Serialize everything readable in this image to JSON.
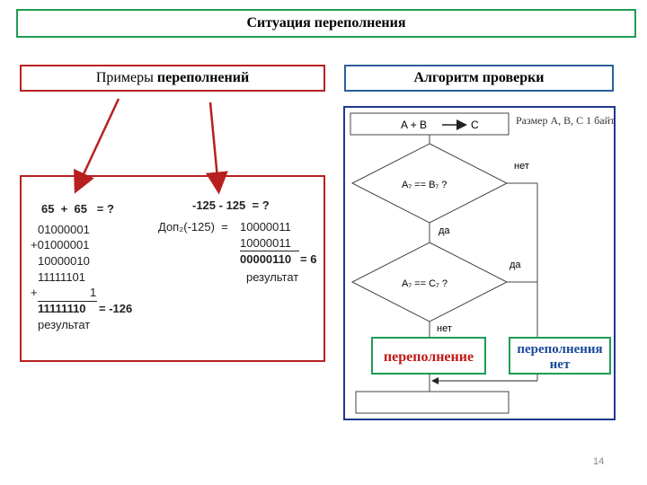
{
  "title": "Ситуация переполнения",
  "examples": {
    "header_prefix": "Примеры ",
    "header_bold": "переполнений",
    "example1": {
      "expr": "65  +  65   = ?",
      "line1": "01000001",
      "line2": "+01000001",
      "line3": "10000010",
      "line4": "11111101",
      "line5_plus": "+",
      "line5_one": "1",
      "result_value": "11111110",
      "result_decimal": "= -126",
      "result_label": "результат"
    },
    "example2": {
      "expr": "-125 - 125  = ?",
      "dop_label": "Доп₂(-125)  =",
      "line1": "10000011",
      "line2": "10000011",
      "result_value": "00000110",
      "result_decimal": "= 6",
      "result_label": "результат"
    }
  },
  "algorithm": {
    "header": "Алгоритм проверки",
    "top_box": "A  +  B",
    "top_box_target": "C",
    "size_note": "Размер A, B, C  1 байт",
    "decision1": "A₇  ==  B₇   ?",
    "decision2": "A₇  ==  C₇   ?",
    "label_net1": "нет",
    "label_da1": "да",
    "label_da2": "да",
    "label_net2": "нет",
    "overflow_box": "переполнение",
    "no_overflow_line1": "переполнения",
    "no_overflow_line2": "нет",
    "end_box": ""
  },
  "page_number": "14",
  "colors": {
    "title_border": "#1f9c52",
    "red": "#b82020",
    "blue_header": "#2a5f9a",
    "blue_panel": "#1e3a8c",
    "green_box": "#1f9c52"
  }
}
